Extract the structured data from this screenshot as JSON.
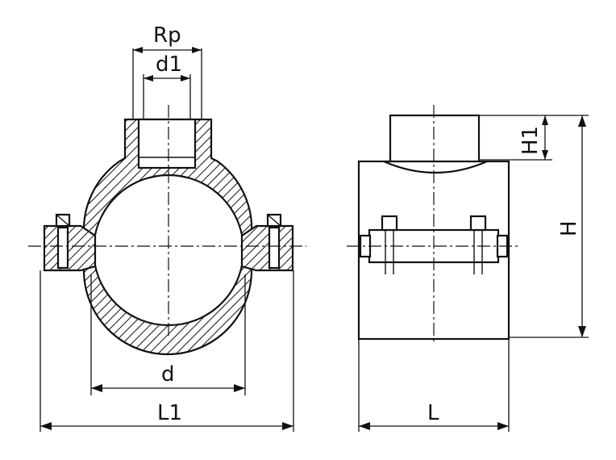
{
  "labels": {
    "rp": "Rp",
    "d1": "d1",
    "d": "d",
    "l1": "L1",
    "l": "L",
    "h": "H",
    "h1": "H1"
  }
}
